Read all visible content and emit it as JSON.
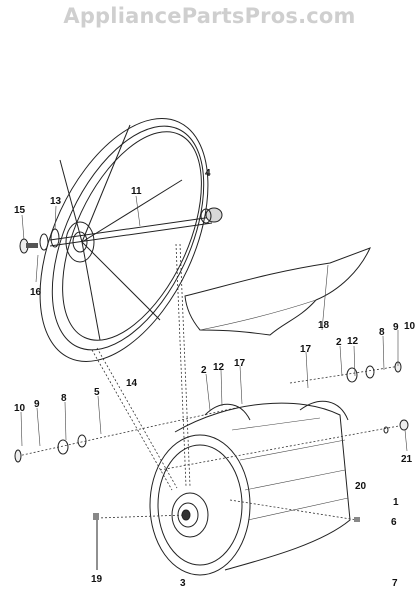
{
  "watermark": "AppliancePartsPros.com",
  "callouts": {
    "c1": "1",
    "c2a": "2",
    "c2b": "2",
    "c3": "3",
    "c4": "4",
    "c5": "5",
    "c6": "6",
    "c7": "7",
    "c8a": "8",
    "c8b": "8",
    "c9a": "9",
    "c9b": "9",
    "c10a": "10",
    "c10b": "10",
    "c11": "11",
    "c12a": "12",
    "c12b": "12",
    "c13": "13",
    "c14": "14",
    "c15": "15",
    "c16": "16",
    "c17a": "17",
    "c17b": "17",
    "c18": "18",
    "c19": "19",
    "c20": "20",
    "c21": "21"
  }
}
